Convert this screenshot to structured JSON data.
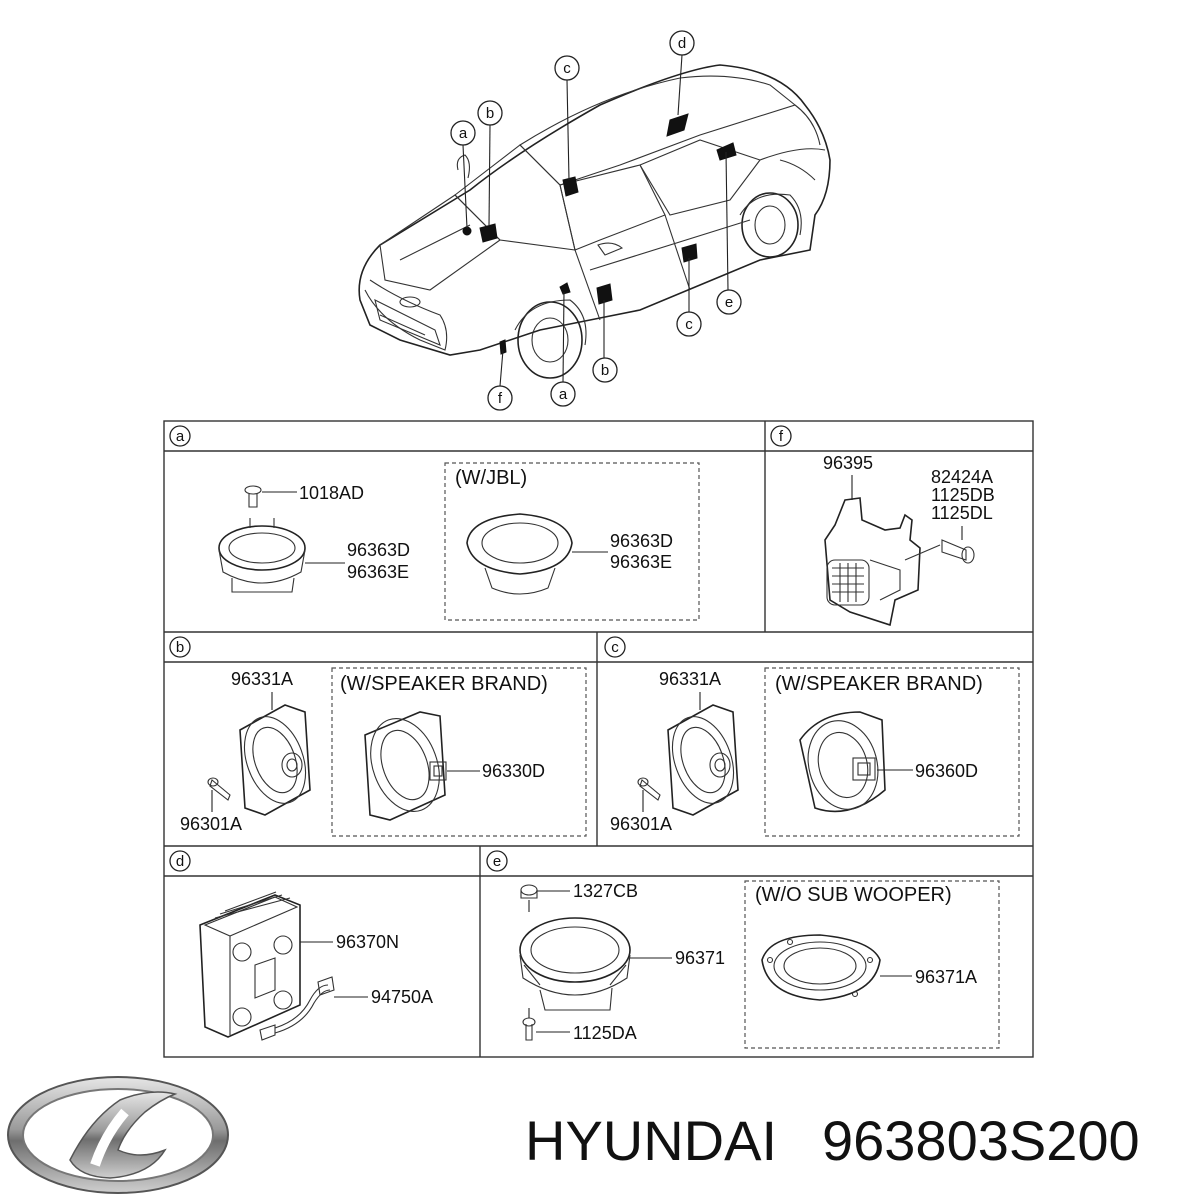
{
  "brand": {
    "name": "HYUNDAI",
    "part_number": "963803S200"
  },
  "callouts": {
    "car": [
      "a",
      "b",
      "c",
      "d",
      "e",
      "c",
      "b",
      "a",
      "f"
    ]
  },
  "panels": {
    "a": {
      "letter": "a",
      "parts": [
        "1018AD",
        "96363D",
        "96363E"
      ],
      "variant_note": "(W/JBL)",
      "variant_parts": [
        "96363D",
        "96363E"
      ]
    },
    "f": {
      "letter": "f",
      "parts": [
        "96395",
        "82424A",
        "1125DB",
        "1125DL"
      ]
    },
    "b": {
      "letter": "b",
      "parts": [
        "96331A",
        "96301A"
      ],
      "variant_note": "(W/SPEAKER BRAND)",
      "variant_parts": [
        "96330D"
      ]
    },
    "c": {
      "letter": "c",
      "parts": [
        "96331A",
        "96301A"
      ],
      "variant_note": "(W/SPEAKER BRAND)",
      "variant_parts": [
        "96360D"
      ]
    },
    "d": {
      "letter": "d",
      "parts": [
        "96370N",
        "94750A"
      ]
    },
    "e": {
      "letter": "e",
      "parts": [
        "1327CB",
        "96371",
        "1125DA"
      ],
      "variant_note": "(W/O SUB WOOPER)",
      "variant_parts": [
        "96371A"
      ]
    }
  }
}
